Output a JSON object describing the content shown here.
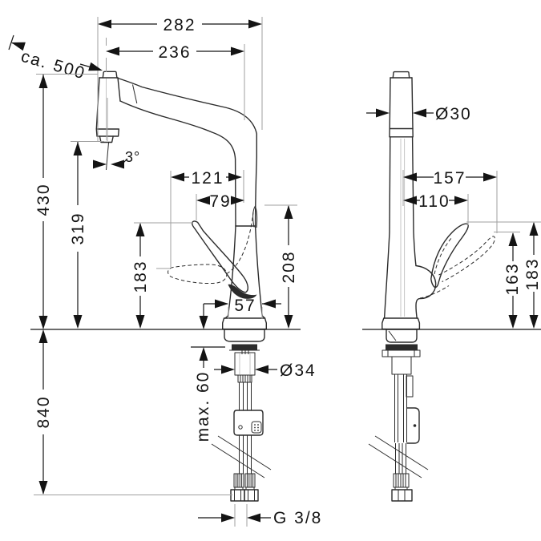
{
  "drawing": {
    "type": "faucet-technical-dimension-drawing",
    "labels": {
      "hose_length": "ca. 500",
      "reach_overall": "282",
      "reach_outlet": "236",
      "height_total": "430",
      "height_outlet": "319",
      "spray_angle": "3°",
      "handle_reach_low": "121",
      "handle_reach_high": "79",
      "handle_height_left": "183",
      "handle_top_height": "208",
      "body_width": "57",
      "counter_thickness": "max. 60",
      "under_counter_height": "840",
      "shank_diameter": "Ø34",
      "connection_thread": "G 3/8",
      "head_diameter": "Ø30",
      "handle_side_reach_max": "157",
      "handle_side_reach_min": "110",
      "handle_side_height_min": "163",
      "handle_side_height_max": "183"
    },
    "colors": {
      "outline": "#2b2b2b",
      "dimension": "#141414",
      "extension": "#9f9f9f",
      "background": "#ffffff"
    }
  }
}
